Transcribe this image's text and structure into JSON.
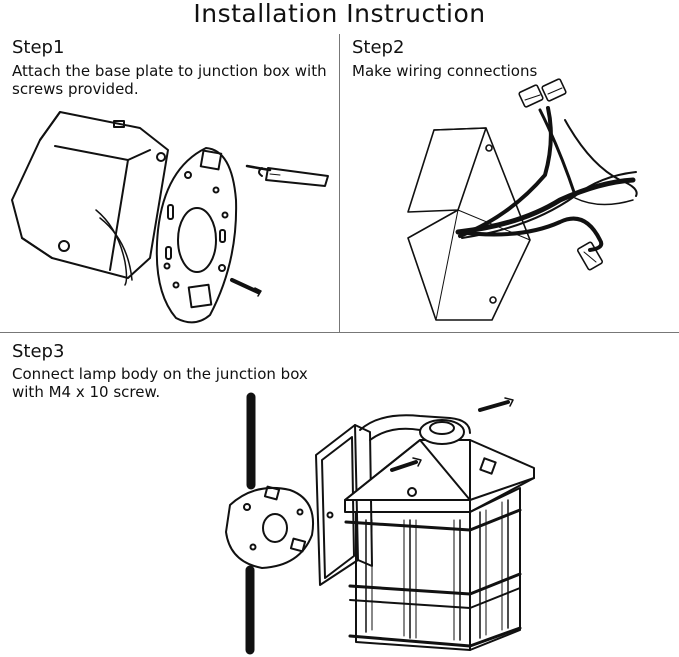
{
  "title": "Installation Instruction",
  "steps": [
    {
      "heading": "Step1",
      "text": "Attach the base plate to junction box with screws provided."
    },
    {
      "heading": "Step2",
      "text": "Make wiring connections"
    },
    {
      "heading": "Step3",
      "text": "Connect lamp body on the junction box with M4 x 10 screw."
    }
  ]
}
